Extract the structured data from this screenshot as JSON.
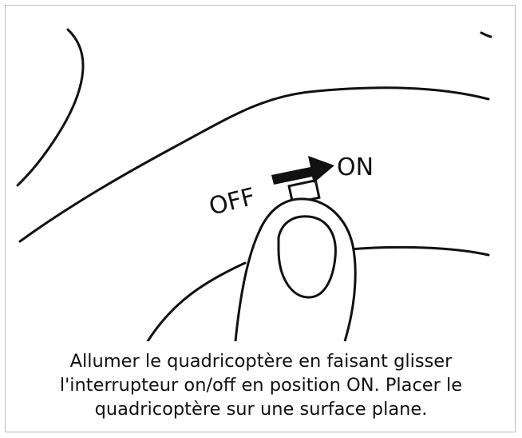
{
  "illustration": {
    "off_label": "OFF",
    "on_label": "ON",
    "icons": [
      "switch-arrow-icon",
      "finger-icon",
      "quadcopter-outline"
    ]
  },
  "caption": {
    "line1": "Allumer le quadricoptère en faisant glisser",
    "line2": "l'interrupteur on/off en position ON. Placer le",
    "line3": "quadricoptère sur une surface plane."
  },
  "colors": {
    "ink": "#111111",
    "border": "#bdbdbd",
    "background": "#ffffff"
  }
}
